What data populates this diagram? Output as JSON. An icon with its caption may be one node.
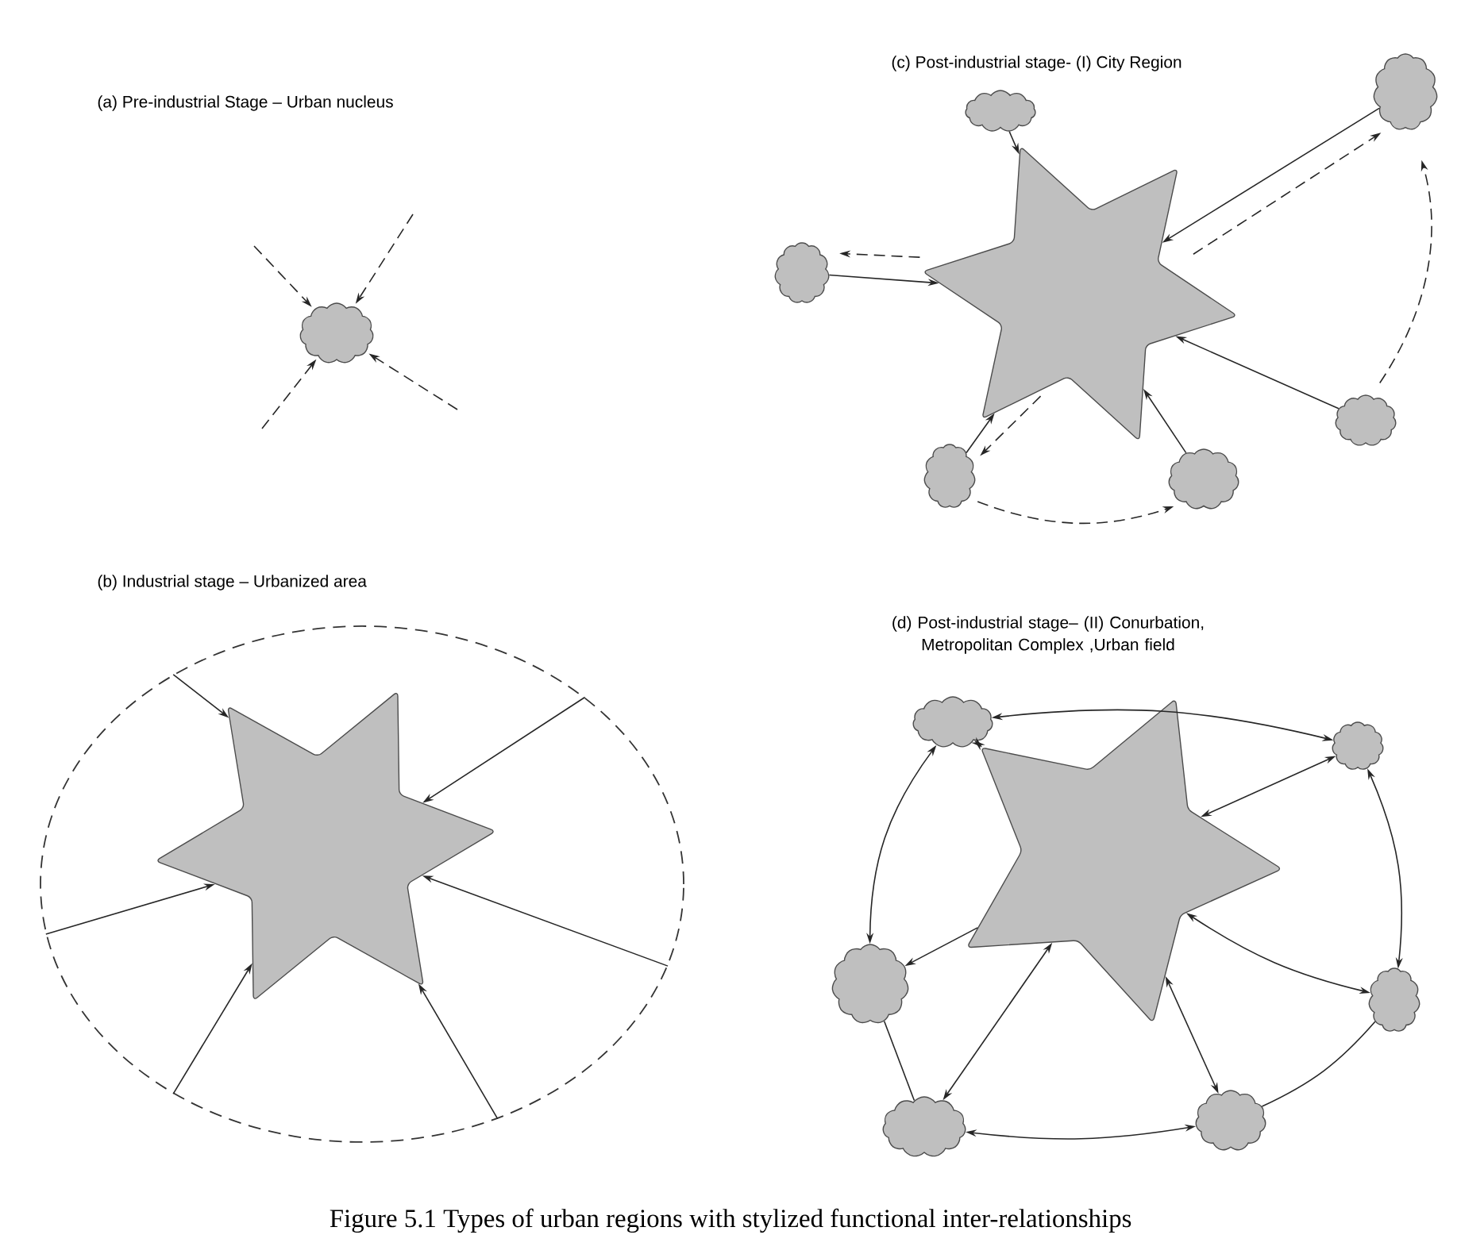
{
  "diagram": {
    "caption": "Figure 5.1 Types of urban regions with stylized functional inter-relationships",
    "nodes": [
      {
        "text": [],
        "shape": "cloud"
      },
      {
        "text": [],
        "shape": "oval"
      },
      {
        "text": [],
        "shape": "star",
        "in": 1
      },
      {
        "text": [],
        "shape": "star"
      },
      {
        "text": [],
        "shape": "cloud"
      },
      {
        "text": [],
        "shape": "cloud"
      },
      {
        "text": [],
        "shape": "cloud"
      },
      {
        "text": [],
        "shape": "cloud"
      },
      {
        "text": [],
        "shape": "cloud"
      },
      {
        "text": [],
        "shape": "cloud"
      },
      {
        "text": [],
        "shape": "star"
      },
      {
        "text": [],
        "shape": "cloud"
      },
      {
        "text": [],
        "shape": "cloud"
      },
      {
        "text": [],
        "shape": "cloud"
      },
      {
        "text": [],
        "shape": "cloud"
      },
      {
        "text": [],
        "shape": "cloud"
      },
      {
        "text": [],
        "shape": "cloud"
      }
    ],
    "edges": [
      {
        "from": null,
        "to": 0,
        "arrow": "to",
        "style": "dashed"
      },
      {
        "from": null,
        "to": 0,
        "arrow": "to",
        "style": "dashed"
      },
      {
        "from": null,
        "to": 0,
        "arrow": "to",
        "style": "dashed"
      },
      {
        "from": null,
        "to": 0,
        "arrow": "to",
        "style": "dashed"
      },
      {
        "from": 1,
        "to": 2,
        "arrow": "to"
      },
      {
        "from": 1,
        "to": 2,
        "arrow": "to"
      },
      {
        "from": 1,
        "to": 2,
        "arrow": "to"
      },
      {
        "from": 1,
        "to": 2,
        "arrow": "to"
      },
      {
        "from": 1,
        "to": 2,
        "arrow": "to"
      },
      {
        "from": 1,
        "to": 2,
        "arrow": "to"
      },
      {
        "from": 4,
        "to": 3,
        "arrow": "to"
      },
      {
        "from": 5,
        "to": 3,
        "arrow": "to"
      },
      {
        "from": 3,
        "to": 5,
        "arrow": "to",
        "style": "dashed"
      },
      {
        "from": 6,
        "to": 3,
        "arrow": "to"
      },
      {
        "from": 3,
        "to": 6,
        "arrow": "to",
        "style": "dashed"
      },
      {
        "from": 7,
        "to": 3,
        "arrow": "to"
      },
      {
        "from": 8,
        "to": 3,
        "arrow": "to"
      },
      {
        "from": 9,
        "to": 3,
        "arrow": "to"
      },
      {
        "from": 3,
        "to": 9,
        "arrow": "to",
        "style": "dashed"
      },
      {
        "from": 9,
        "to": 8,
        "arrow": "to",
        "style": "dashed"
      },
      {
        "from": 7,
        "to": 5,
        "arrow": "to",
        "style": "dashed"
      },
      {
        "from": 11,
        "to": 12,
        "arrow": "both"
      },
      {
        "from": 11,
        "to": 10,
        "arrow": "both"
      },
      {
        "from": 12,
        "to": 10,
        "arrow": "both"
      },
      {
        "from": 11,
        "to": 13,
        "arrow": "both"
      },
      {
        "from": 12,
        "to": 14,
        "arrow": "both"
      },
      {
        "from": 10,
        "to": 13,
        "arrow": "to"
      },
      {
        "from": 10,
        "to": 14,
        "arrow": "both"
      },
      {
        "from": 10,
        "to": 15,
        "arrow": "both"
      },
      {
        "from": 10,
        "to": 16,
        "arrow": "both"
      },
      {
        "from": 13,
        "to": 15,
        "arrow": "none"
      },
      {
        "from": 14,
        "to": 16,
        "arrow": "none"
      },
      {
        "from": 15,
        "to": 16,
        "arrow": "both"
      }
    ],
    "labels": [
      "(a) Pre-industrial Stage – Urban nucleus",
      "(c) Post-industrial stage- (I) City Region",
      "(b) Industrial stage – Urbanized area",
      "(d) Post-industrial stage– (II) Conurbation, Metropolitan Complex ,Urban field"
    ]
  }
}
